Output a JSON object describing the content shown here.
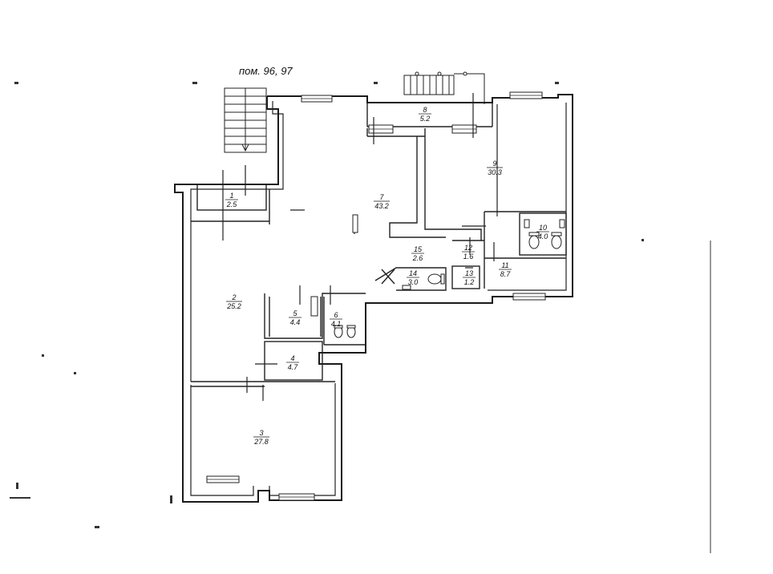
{
  "plan_title": "пом. 96, 97",
  "rooms": [
    {
      "id": "r1",
      "number": "1",
      "area": "2.5"
    },
    {
      "id": "r2",
      "number": "2",
      "area": "25.2"
    },
    {
      "id": "r3",
      "number": "3",
      "area": "27.8"
    },
    {
      "id": "r4",
      "number": "4",
      "area": "4.7"
    },
    {
      "id": "r5",
      "number": "5",
      "area": "4.4"
    },
    {
      "id": "r6",
      "number": "6",
      "area": "4.1"
    },
    {
      "id": "r7",
      "number": "7",
      "area": "43.2"
    },
    {
      "id": "r8",
      "number": "8",
      "area": "5.2"
    },
    {
      "id": "r9",
      "number": "9",
      "area": "30.3"
    },
    {
      "id": "r10",
      "number": "10",
      "area": "4.0"
    },
    {
      "id": "r11",
      "number": "11",
      "area": "8.7"
    },
    {
      "id": "r12",
      "number": "12",
      "area": "1.6"
    },
    {
      "id": "r13",
      "number": "13",
      "area": "1.2"
    },
    {
      "id": "r14",
      "number": "14",
      "area": "3.0"
    },
    {
      "id": "r15",
      "number": "15",
      "area": "2.6"
    }
  ]
}
